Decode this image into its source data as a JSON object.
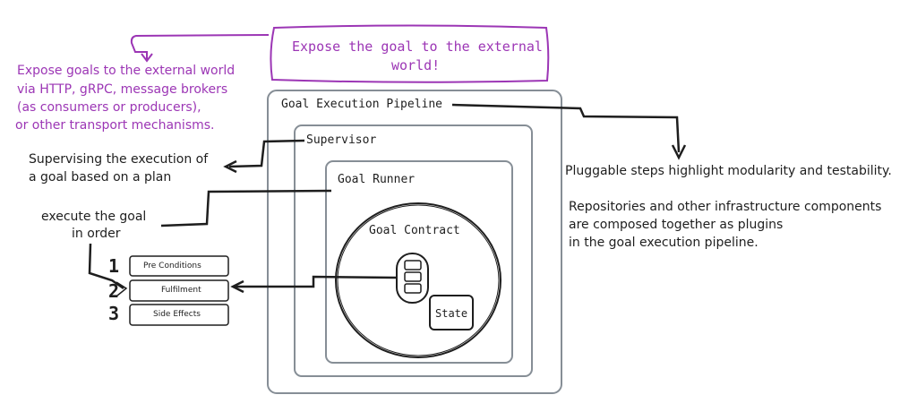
{
  "top_box": {
    "line1": "Expose the goal to the external",
    "line2": "world!"
  },
  "purple_note": {
    "lines": [
      "Expose goals to the external world",
      "via HTTP, gRPC, message brokers",
      "(as consumers or producers),",
      " or other transport mechanisms."
    ]
  },
  "pipeline": {
    "title": "Goal Execution Pipeline",
    "supervisor": "Supervisor",
    "goal_runner": "Goal Runner",
    "goal_contract": "Goal Contract",
    "state": "State"
  },
  "left_notes": {
    "supervising_line1": "Supervising the execution of",
    "supervising_line2": "a goal based on a plan",
    "execute_line1": "execute the goal",
    "execute_line2": "in order"
  },
  "steps": [
    {
      "number": "1",
      "label": "Pre Conditions"
    },
    {
      "number": "2",
      "label": "Fulfilment"
    },
    {
      "number": "3",
      "label": "Side Effects"
    }
  ],
  "right_notes": {
    "pluggable": "Pluggable steps highlight modularity and testability.",
    "repo_lines": [
      "Repositories and other infrastructure components",
      "are composed together as plugins",
      "in the goal execution pipeline."
    ]
  },
  "colors": {
    "accent_purple": "#9c36b5",
    "ink": "#1e1e1e",
    "box_gray": "#868e96"
  }
}
